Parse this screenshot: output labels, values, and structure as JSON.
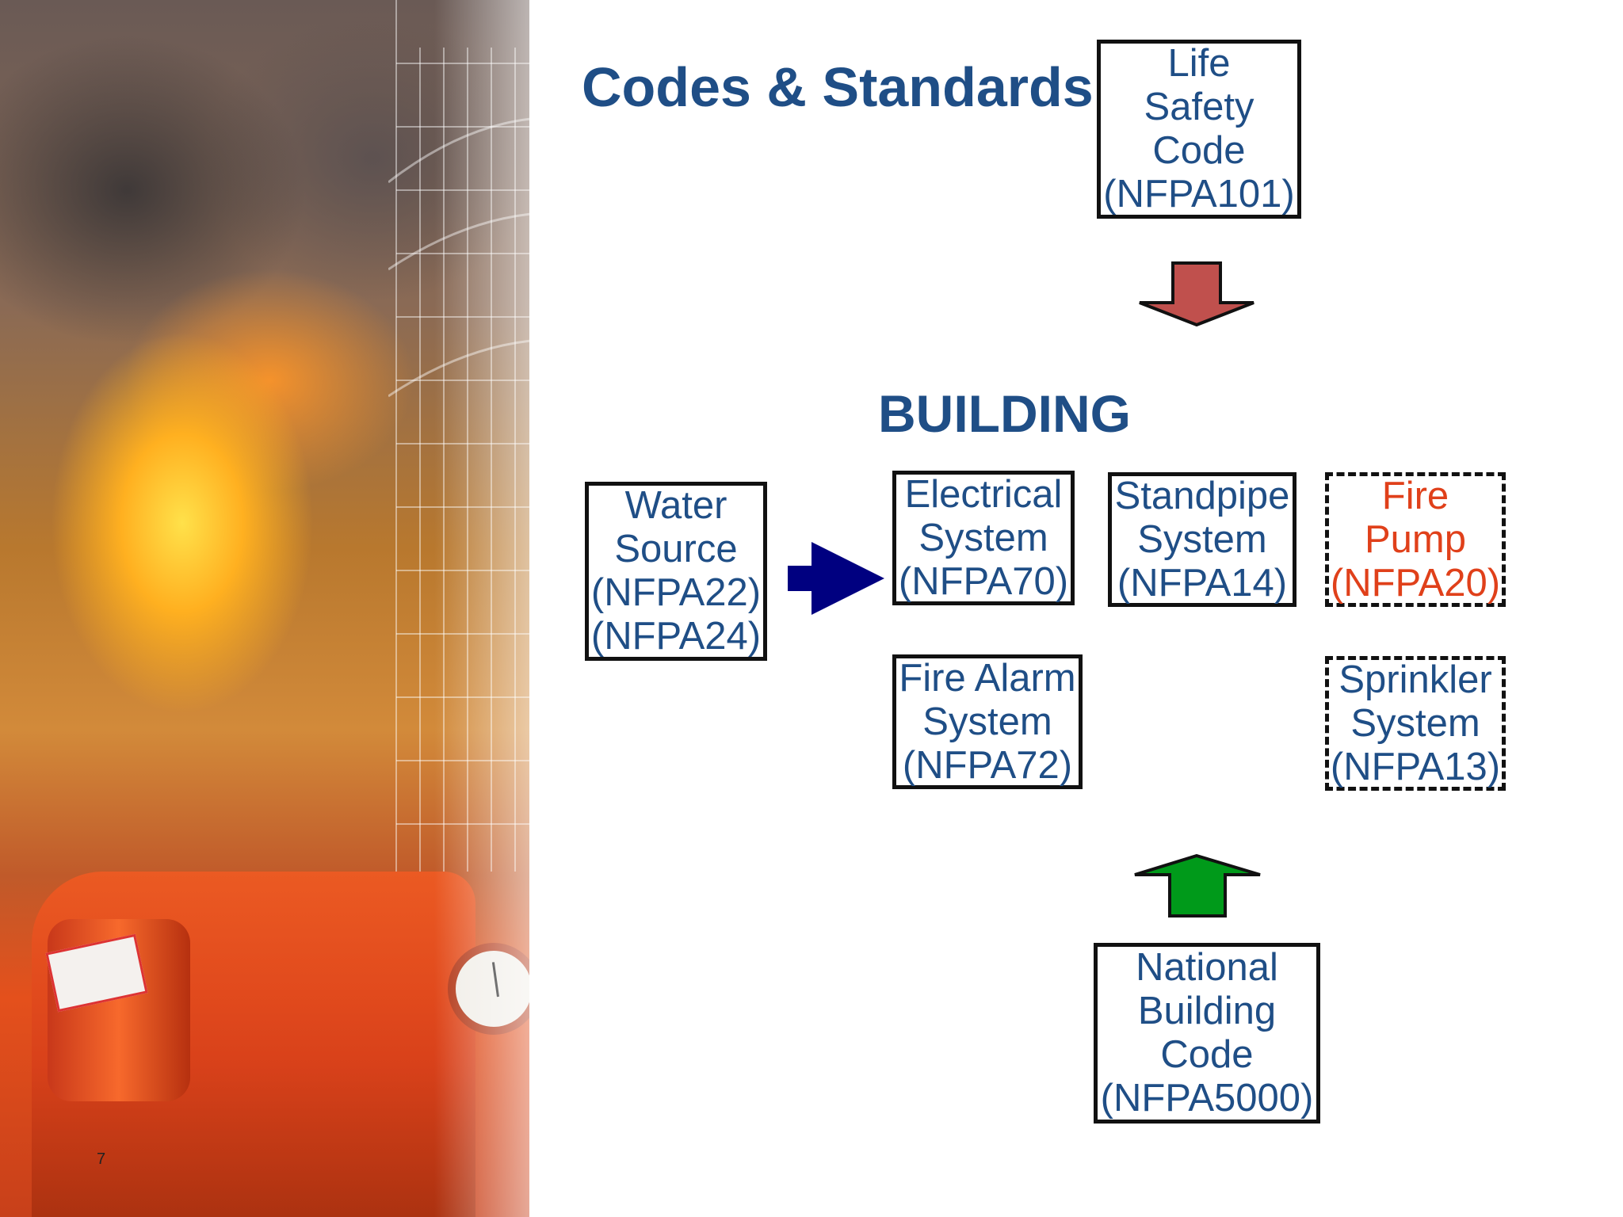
{
  "slide": {
    "title": "Codes & Standards",
    "center_label": "BUILDING",
    "page_number": "7"
  },
  "boxes": {
    "life_safety": {
      "text": "Life\nSafety\nCode\n(NFPA101)",
      "border": "solid",
      "text_color": "#1f4e86"
    },
    "water_source": {
      "text": "Water\nSource\n(NFPA22)\n(NFPA24)",
      "border": "solid",
      "text_color": "#1f4e86"
    },
    "electrical": {
      "text": "Electrical\nSystem\n(NFPA70)",
      "border": "solid",
      "text_color": "#1f4e86"
    },
    "standpipe": {
      "text": "Standpipe\nSystem\n(NFPA14)",
      "border": "solid",
      "text_color": "#1f4e86"
    },
    "fire_pump": {
      "text": "Fire\nPump\n(NFPA20)",
      "border": "dashed",
      "text_color": "#e0401a"
    },
    "fire_alarm": {
      "text": "Fire Alarm\nSystem\n(NFPA72)",
      "border": "solid",
      "text_color": "#1f4e86"
    },
    "sprinkler": {
      "text": "Sprinkler\nSystem\n(NFPA13)",
      "border": "dashed",
      "text_color": "#1f4e86"
    },
    "national_building": {
      "text": "National\nBuilding\nCode\n(NFPA5000)",
      "border": "solid",
      "text_color": "#1f4e86"
    }
  },
  "arrows": {
    "from_life_safety": {
      "direction": "down",
      "color": "#c0504d"
    },
    "from_water_source": {
      "direction": "right",
      "color": "#000080"
    },
    "from_national_building": {
      "direction": "up",
      "color": "#009a1a"
    }
  },
  "colors": {
    "title": "#1f4e86",
    "accent_red": "#e0401a"
  }
}
